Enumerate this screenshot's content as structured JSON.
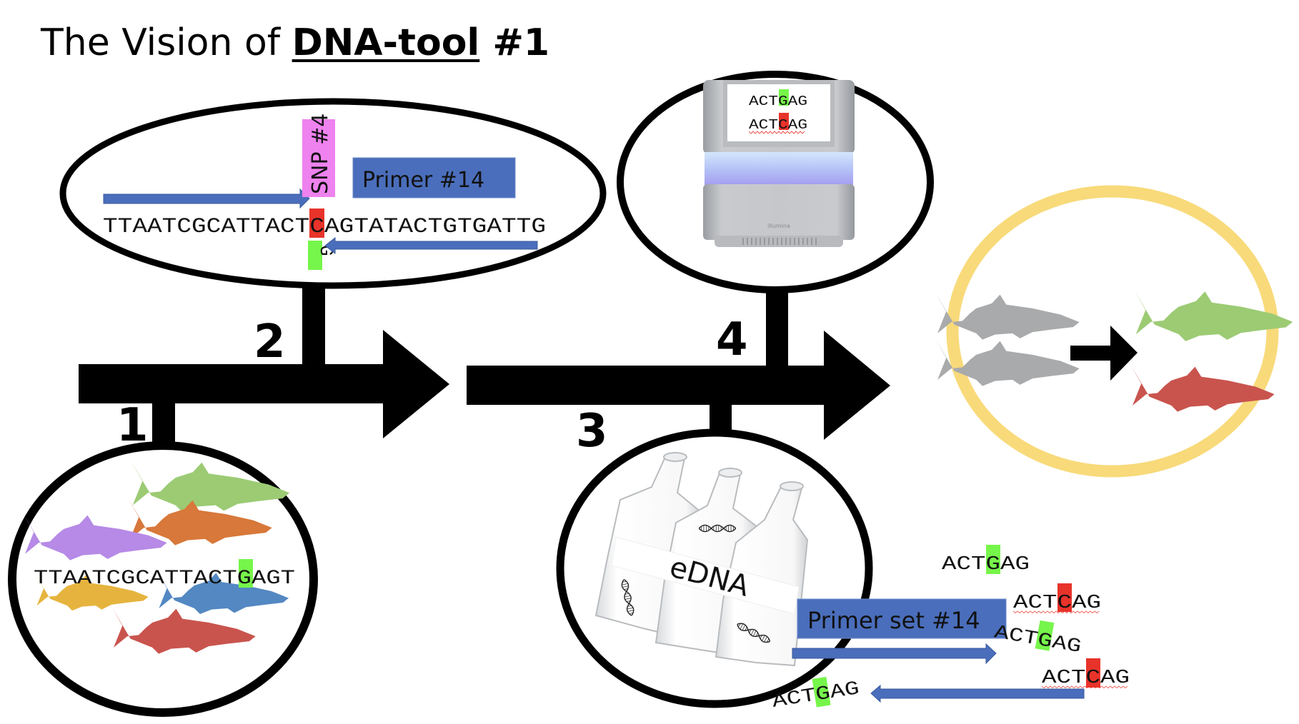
{
  "title": {
    "prefix": "The Vision of ",
    "highlight": "DNA-tool",
    "suffix": " #1"
  },
  "colors": {
    "primer_blue": "#4A6EBB",
    "snp_pink": "#EE82EE",
    "allele_green": "#76F54A",
    "allele_red": "#E8332A",
    "target_ring": "#F8DA7A"
  },
  "steps": [
    {
      "number": "1",
      "description": "fish population sampling",
      "sequence": "TTAATCGCATTACTGAGT",
      "highlighted_base": "G"
    },
    {
      "number": "2",
      "description": "SNP and primer design",
      "snp_label": "SNP #4",
      "primer_label": "Primer #14",
      "sequence": "TTAATCGCATTACTCAGTATACTGTGATTG",
      "reference_base": "C",
      "alternate_base": "G"
    },
    {
      "number": "3",
      "description": "eDNA sampling and amplification",
      "sample_label": "eDNA",
      "primer_set_label": "Primer set #14",
      "reads": [
        "ACTGAG",
        "ACTCAG",
        "ACTGAG",
        "ACTCAG",
        "ACTGAG"
      ]
    },
    {
      "number": "4",
      "description": "sequencing",
      "screen_reads": [
        "ACTGAG",
        "ACTCAG"
      ],
      "brand": "illumina"
    }
  ],
  "outcome": {
    "description": "gray population becomes green and red genotypes",
    "icons": [
      "shark-gray",
      "shark-gray",
      "arrow-right",
      "shark-green",
      "shark-red"
    ]
  }
}
